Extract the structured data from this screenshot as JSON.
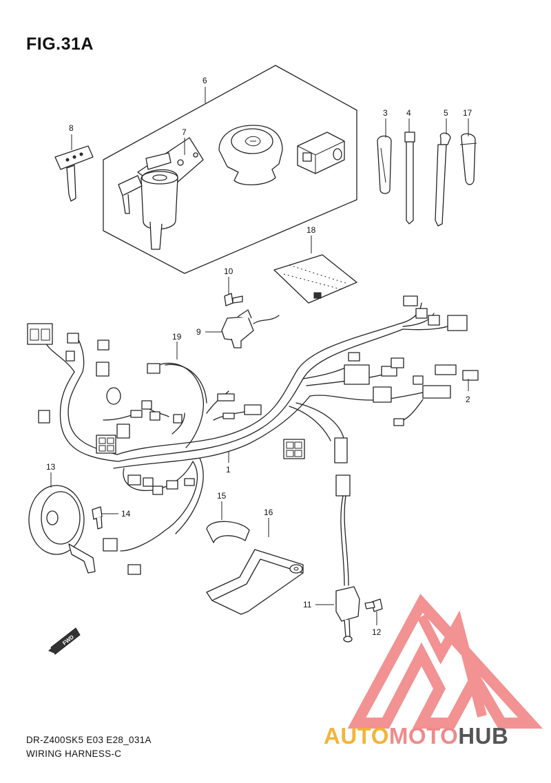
{
  "figure": {
    "title": "FIG.31A",
    "model_code": "DR-Z400SK5 E03 E28_031A",
    "caption": "WIRING HARNESS-C"
  },
  "callouts": [
    "1",
    "2",
    "3",
    "4",
    "5",
    "6",
    "7",
    "8",
    "9",
    "10",
    "11",
    "12",
    "13",
    "14",
    "15",
    "16",
    "17",
    "18",
    "19"
  ],
  "direction_badge": "FWD",
  "watermark": {
    "part1": "AUTO",
    "part2": "MOTO",
    "part3": "HUB",
    "color_auto": "#f2b43a",
    "color_moto": "#f08a8a",
    "color_hub": "#555555",
    "triangle_color": "#f08080"
  }
}
